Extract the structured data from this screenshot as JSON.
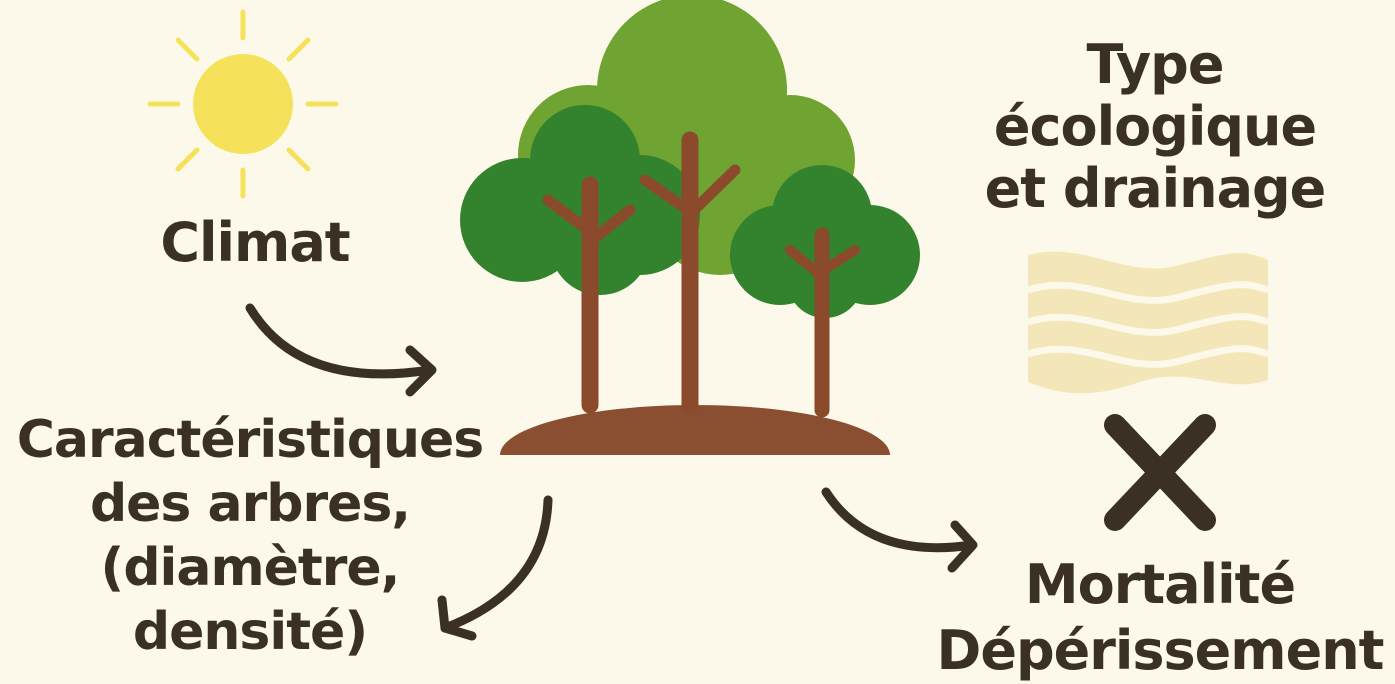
{
  "labels": {
    "climate": "Climat",
    "eco_type": [
      "Type",
      "écologique",
      "et drainage"
    ],
    "tree_characteristics": [
      "Caractéristiques",
      "des arbres,",
      "(diamètre,",
      "densité)"
    ],
    "outcome": [
      "Mortalité",
      "Dépérissement"
    ]
  },
  "icons": {
    "climate": "sun-icon",
    "center": "forest-trees-icon",
    "eco_type": "soil-layers-icon",
    "outcome": "cross-mark-icon"
  },
  "colors": {
    "background": "#fcf9ea",
    "sun": "#f6e25a",
    "foliage_light": "#6fa332",
    "foliage_dark": "#33822d",
    "trunk": "#8b4a2b",
    "soil": "#8a4f30",
    "layers": "#f3e6b8",
    "arrows_text": "#3a3024"
  }
}
